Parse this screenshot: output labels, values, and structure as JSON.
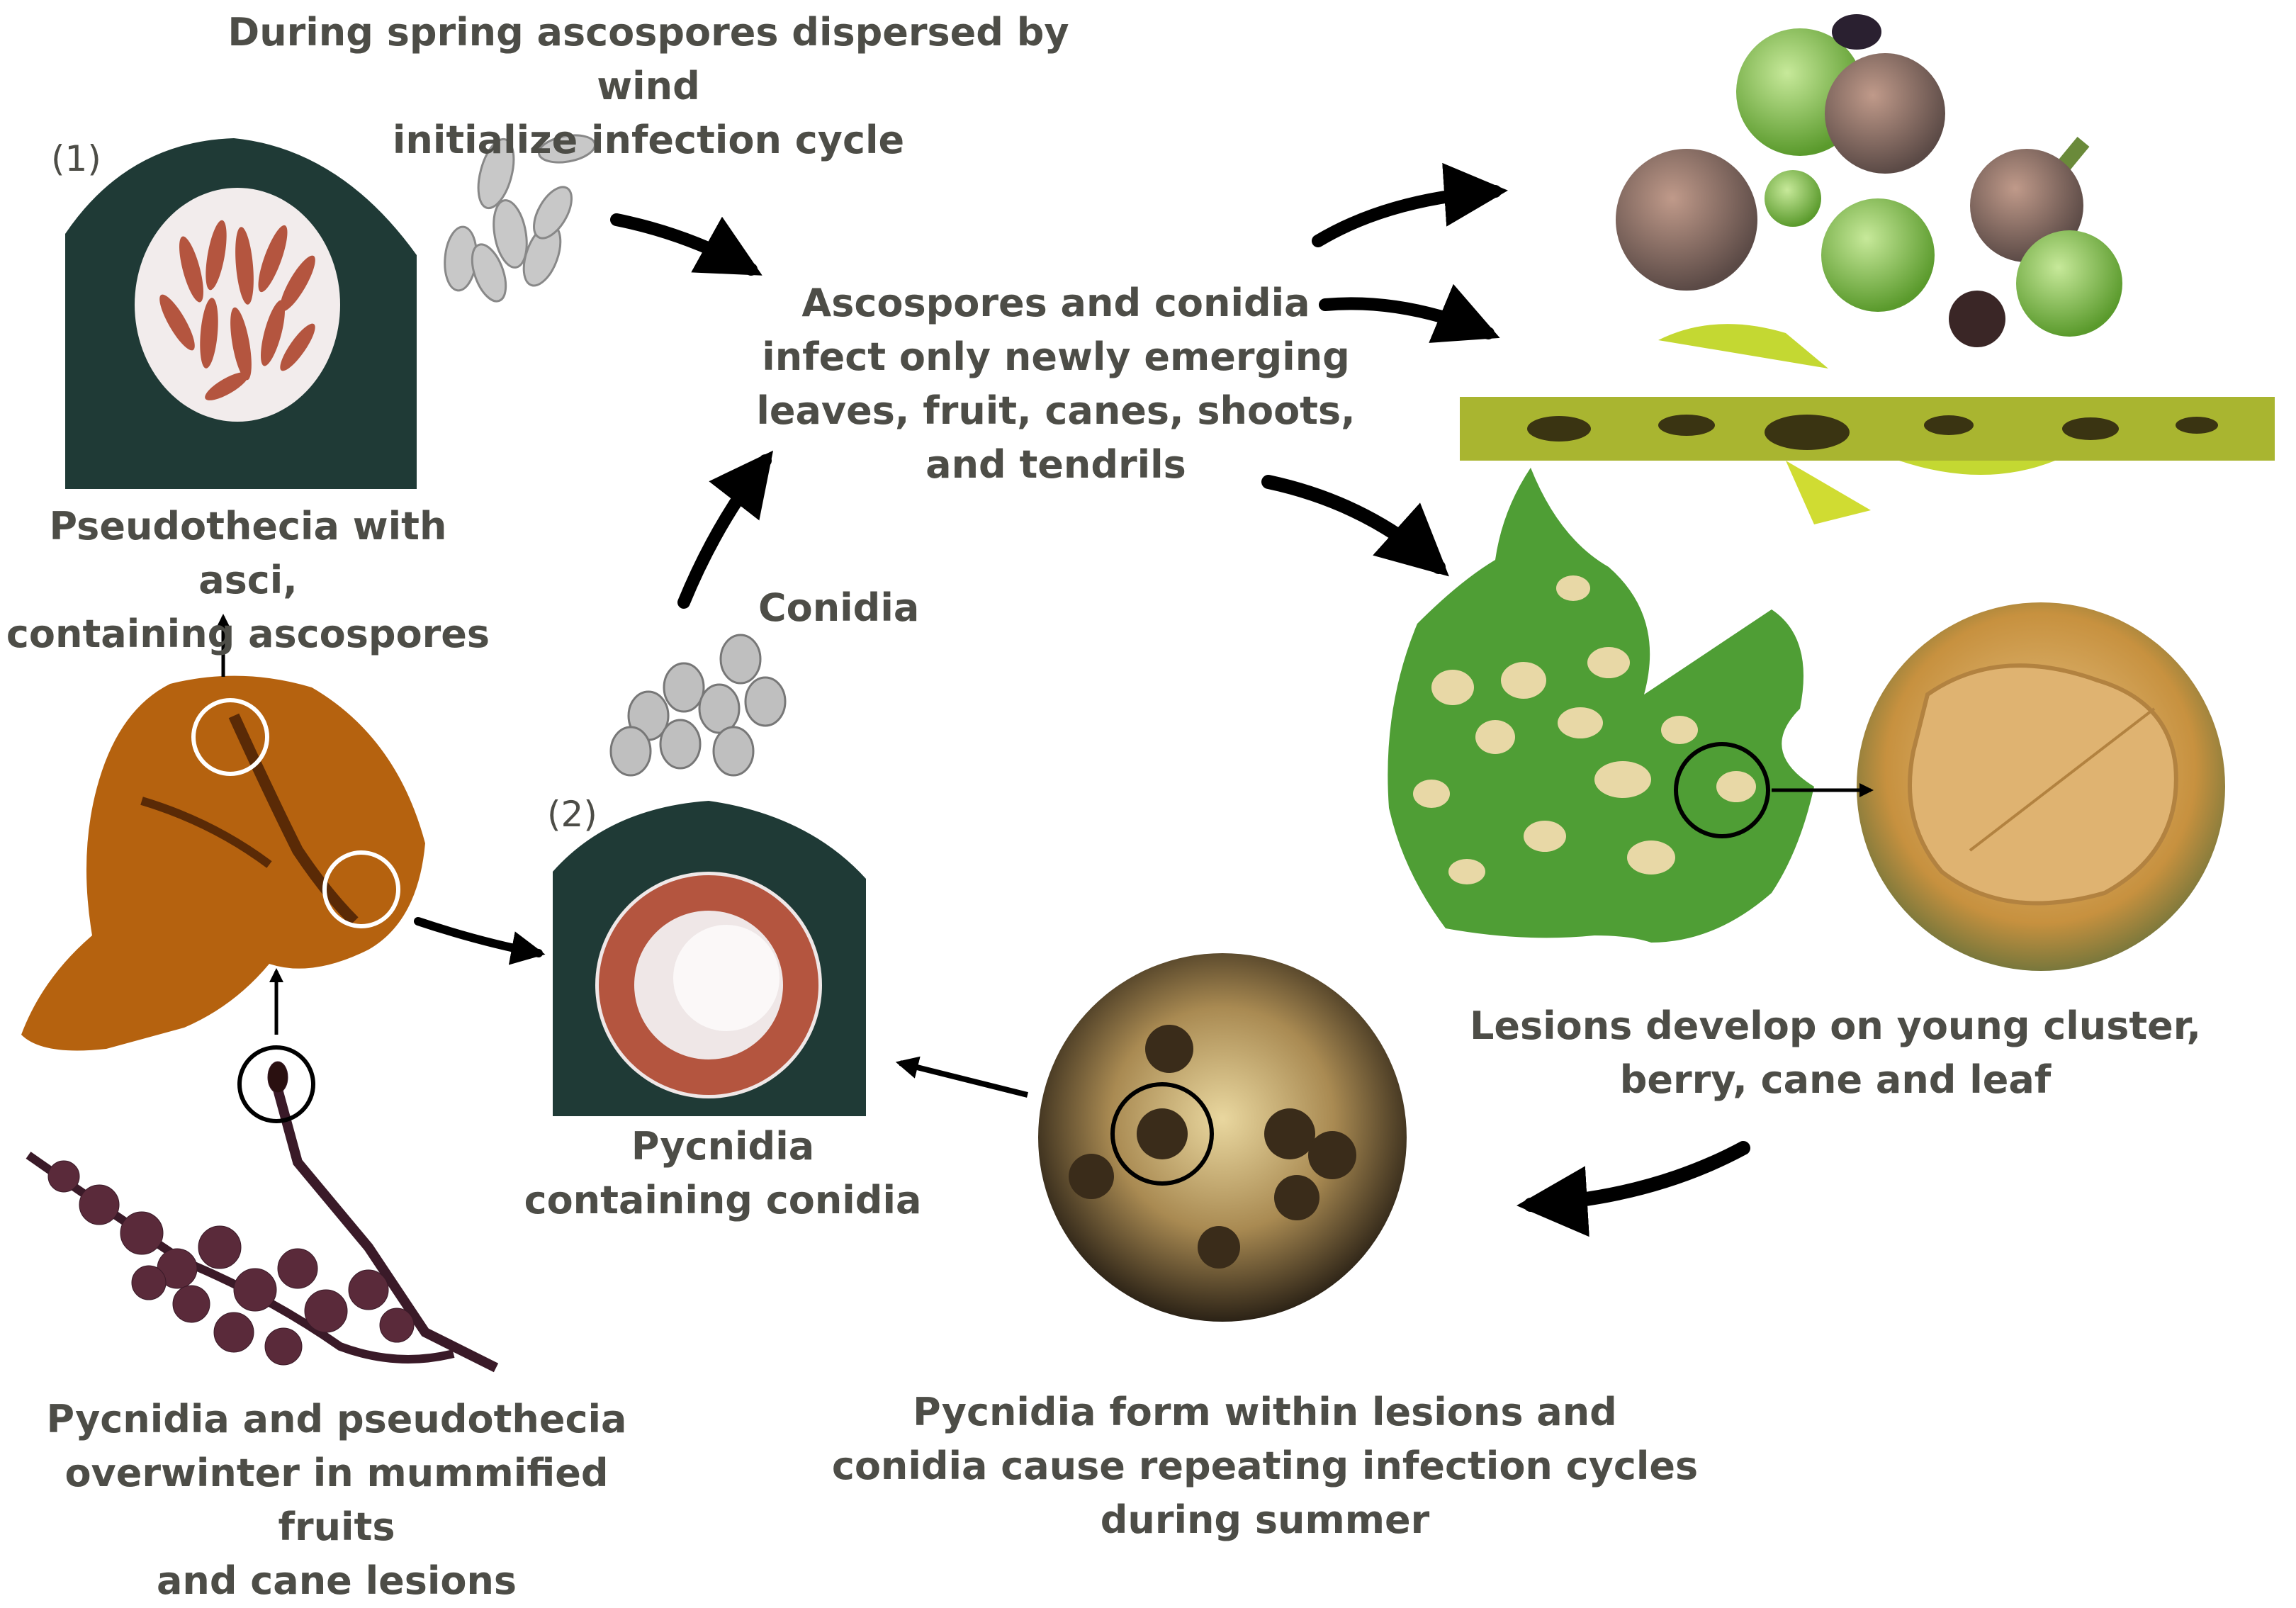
{
  "labels": {
    "spring_dispersal": "During spring ascospores dispersed by wind\ninitialize infection cycle",
    "infection": "Ascospores and conidia\ninfect only newly emerging\nleaves, fruit, canes, shoots,\nand tendrils",
    "pseudothecia": "Pseudothecia with asci,\ncontaining ascospores",
    "conidia": "Conidia",
    "pycnidia_conidia": "Pycnidia\ncontaining conidia",
    "lesions_develop": "Lesions develop on young cluster,\nberry, cane and leaf",
    "pycnidia_form": "Pycnidia form within lesions and\nconidia cause repeating infection cycles\nduring summer",
    "overwinter": "Pycnidia and pseudothecia\noverwinter in mummified fruits\nand cane lesions"
  },
  "markers": {
    "one": "(1)",
    "two": "(2)"
  },
  "colors": {
    "text": "#4d4d47",
    "arrow": "#000000",
    "leaf": "#4f9e35",
    "lesion": "#e8d8a6",
    "pseudothecium_bg": "#1f3a36",
    "mummy": "#5a2a3a",
    "fruit_body": "#b5620f"
  }
}
